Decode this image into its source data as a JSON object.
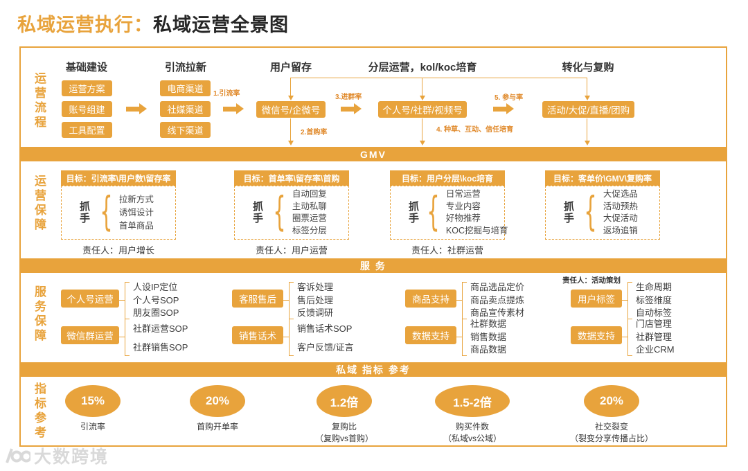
{
  "page": {
    "title_accent": "私域运营执行：",
    "title_main": "私域运营全景图",
    "watermark": "大数跨境"
  },
  "colors": {
    "orange": "#E8A33C",
    "flow_label": "#E0892A",
    "title_dark": "#262626",
    "watermark_gray": "#D9D9D9"
  },
  "process": {
    "band_label": "运营流程",
    "headers": [
      "基础建设",
      "引流拉新",
      "用户留存",
      "分层运营，kol/koc培育",
      "转化与复购"
    ],
    "col1": [
      "运营方案",
      "账号组建",
      "工具配置"
    ],
    "col2": [
      "电商渠道",
      "社媒渠道",
      "线下渠道"
    ],
    "node3": "微信号/企微号",
    "node4": "个人号/社群/视频号",
    "node5": "活动/大促/直播/团购",
    "flow_labels": {
      "l1": "1.引流率",
      "l2": "2.首购率",
      "l3": "3.进群率",
      "l4": "4. 种草、互动、信任培育",
      "l5": "5. 参与率"
    }
  },
  "bars": {
    "gmv": "GMV",
    "service": "服 务",
    "metrics": "私域 指标 参考"
  },
  "assurance": {
    "band_label": "运营保障",
    "groups": [
      {
        "goal": "目标：引流率\\用户数\\留存率",
        "handle": "抓手",
        "items": [
          "拉新方式",
          "诱饵设计",
          "首单商品"
        ],
        "owner": "责任人：用户增长"
      },
      {
        "goal": "目标：首单率\\留存率\\首购",
        "handle": "抓手",
        "items": [
          "自动回复",
          "主动私聊",
          "圈票运营",
          "标签分层"
        ],
        "owner": "责任人：用户运营"
      },
      {
        "goal": "目标：用户分层\\koc培育",
        "handle": "抓手",
        "items": [
          "日常运营",
          "专业内容",
          "好物推荐",
          "KOC挖掘与培育"
        ],
        "owner": "责任人：社群运营"
      },
      {
        "goal": "目标：客单价\\GMV\\复购率",
        "handle": "抓手",
        "items": [
          "大促选品",
          "活动预热",
          "大促活动",
          "返场追销"
        ]
      }
    ]
  },
  "service": {
    "band_label": "服务保障",
    "owner_note": "责任人：活动策划",
    "cells": [
      {
        "box": "个人号运营",
        "items": [
          "人设IP定位",
          "个人号SOP",
          "朋友圈SOP"
        ]
      },
      {
        "box": "微信群运营",
        "items": [
          "社群运营SOP",
          "社群销售SOP"
        ]
      },
      {
        "box": "客服售后",
        "items": [
          "客诉处理",
          "售后处理",
          "反馈调研"
        ]
      },
      {
        "box": "销售话术",
        "items": [
          "销售话术SOP",
          "客户反馈/证言"
        ]
      },
      {
        "box": "商品支持",
        "items": [
          "商品选品定价",
          "商品卖点提炼",
          "商品宣传素材"
        ]
      },
      {
        "box": "数据支持",
        "items": [
          "社群数据",
          "销售数据",
          "商品数据"
        ]
      },
      {
        "box": "用户标签",
        "items": [
          "生命周期",
          "标签维度",
          "自动标签"
        ]
      },
      {
        "box": "数据支持",
        "items": [
          "门店管理",
          "社群管理",
          "企业CRM"
        ]
      }
    ]
  },
  "metrics": {
    "band_label": "指标参考",
    "items": [
      {
        "value": "15%",
        "name": "引流率",
        "sub": ""
      },
      {
        "value": "20%",
        "name": "首购开单率",
        "sub": ""
      },
      {
        "value": "1.2倍",
        "name": "复购比",
        "sub": "（复购vs首购）"
      },
      {
        "value": "1.5-2倍",
        "name": "购买件数",
        "sub": "（私域vs公域）"
      },
      {
        "value": "20%",
        "name": "社交裂变",
        "sub": "（裂变分享传播占比）"
      }
    ]
  }
}
